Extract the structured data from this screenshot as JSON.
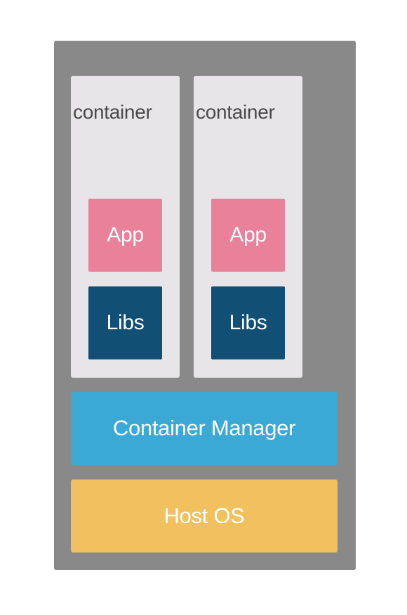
{
  "containers": [
    {
      "label": "container",
      "app_label": "App",
      "libs_label": "Libs"
    },
    {
      "label": "container",
      "app_label": "App",
      "libs_label": "Libs"
    }
  ],
  "container_manager": {
    "label": "Container Manager"
  },
  "host_os": {
    "label": "Host OS"
  },
  "colors": {
    "frame": "#898989",
    "container": "#e8e5e8",
    "app": "#ea819a",
    "libs": "#124f74",
    "container_manager": "#3ba9d6",
    "host_os": "#f2c15f"
  }
}
